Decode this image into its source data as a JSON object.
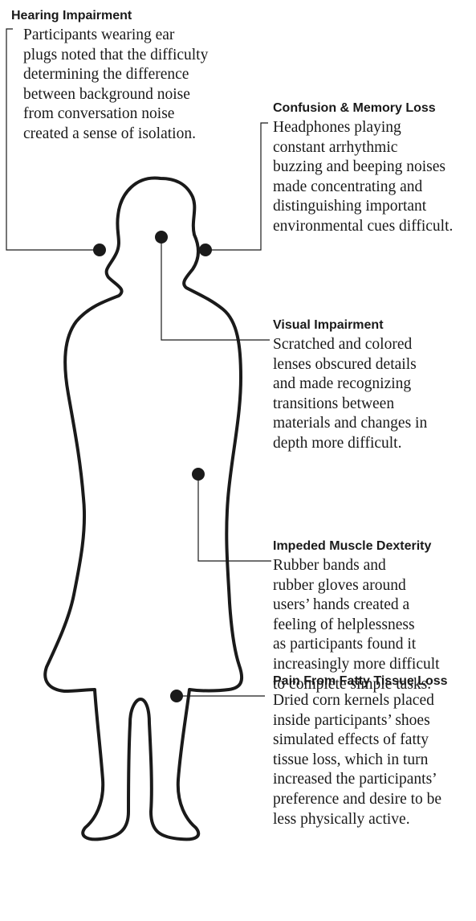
{
  "callouts": [
    {
      "id": "hearing",
      "title": "Hearing Impairment",
      "lines": [
        "Participants wearing ear",
        "plugs noted that the difficulty",
        "determining the difference",
        "between background noise",
        "from conversation noise",
        "created a sense of isolation."
      ]
    },
    {
      "id": "confusion",
      "title": "Confusion & Memory Loss",
      "lines": [
        "Headphones playing",
        "constant arrhythmic",
        "buzzing and beeping noises",
        "made concentrating and",
        "distinguishing important",
        "environmental cues difficult."
      ]
    },
    {
      "id": "visual",
      "title": "Visual Impairment",
      "lines": [
        "Scratched and colored",
        "lenses obscured details",
        "and made recognizing",
        "transitions between",
        "materials and changes in",
        "depth more difficult."
      ]
    },
    {
      "id": "dexterity",
      "title": "Impeded Muscle Dexterity",
      "lines": [
        "Rubber bands and",
        "rubber gloves around",
        "users’ hands created a",
        "feeling of helplessness",
        "as participants found it",
        "increasingly more difficult",
        "to complete simple tasks."
      ]
    },
    {
      "id": "pain",
      "title": "Pain From Fatty Tissue Loss",
      "lines": [
        "Dried corn kernels placed",
        "inside participants’ shoes",
        "simulated effects of fatty",
        "tissue loss, which in turn",
        "increased the participants’",
        "preference and desire to be",
        "less physically active."
      ]
    }
  ]
}
